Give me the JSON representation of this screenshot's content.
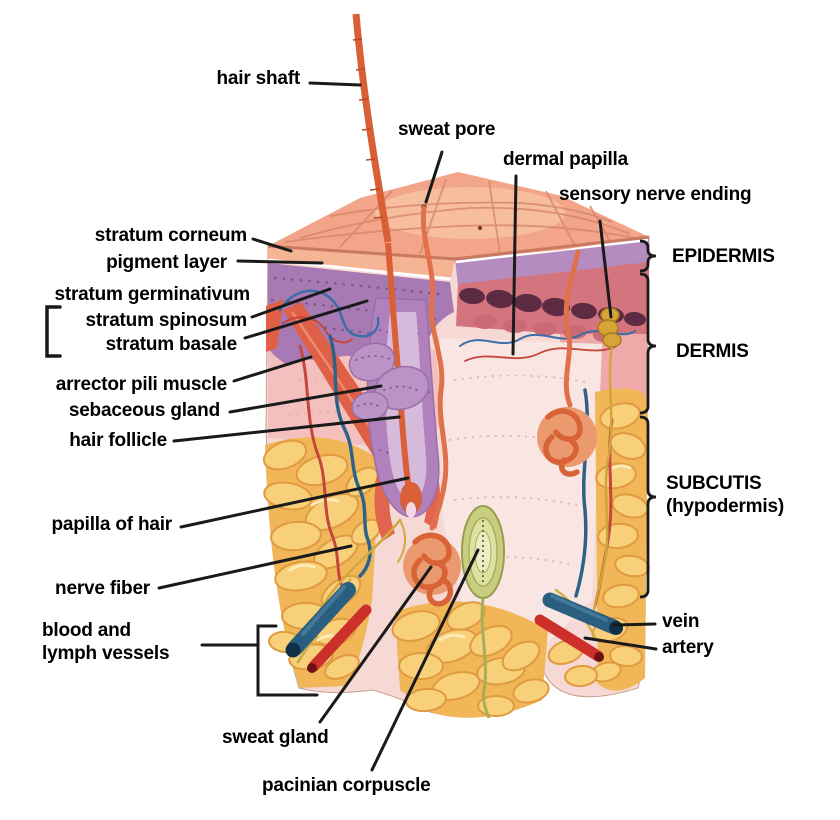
{
  "illustration": {
    "description": "Cross-section block diagram of human skin showing epidermis, dermis and subcutis layers with hair, glands, nerves and vessels",
    "colors": {
      "background": "#ffffff",
      "label_text": "#000000",
      "leader_line": "#1a1a1a",
      "skin_surface": "#f2a589",
      "stratum_corneum_band": "#f5b493",
      "epidermis_purple": "#a87ab4",
      "papillae_maroon": "#5d2b42",
      "dermis_pink": "#f6d8d5",
      "fat_yellow": "#f8d07a",
      "fat_outline": "#e09a40",
      "muscle_red": "#df5f47",
      "hair_orange": "#d85f36",
      "follicle_sheath_purple": "#b081bc",
      "sebaceous_lavender": "#bb93c6",
      "sweat_coil_orange": "#d96336",
      "corpuscle_olive": "#c8cd80",
      "nerve_gold": "#d2a93e",
      "vein_blue": "#2a5f80",
      "artery_red": "#cd2f2a",
      "lymph_yellow": "#cdb04e"
    }
  },
  "labels": {
    "hair_shaft": "hair shaft",
    "sweat_pore": "sweat pore",
    "dermal_papilla": "dermal papilla",
    "sensory_nerve_ending": "sensory nerve ending",
    "stratum_corneum": "stratum corneum",
    "pigment_layer": "pigment layer",
    "stratum_germinativum": "stratum germinativum",
    "stratum_spinosum": "stratum spinosum",
    "stratum_basale": "stratum basale",
    "arrector_pili_muscle": "arrector pili muscle",
    "sebaceous_gland": "sebaceous gland",
    "hair_follicle": "hair follicle",
    "papilla_of_hair": "papilla of hair",
    "nerve_fiber": "nerve fiber",
    "blood_and_lymph_line1": "blood and",
    "blood_and_lymph_line2": "lymph vessels",
    "sweat_gland": "sweat gland",
    "pacinian_corpuscle": "pacinian corpuscle",
    "vein": "vein",
    "artery": "artery"
  },
  "layer_labels": {
    "epidermis": "EPIDERMIS",
    "dermis": "DERMIS",
    "subcutis_line1": "SUBCUTIS",
    "subcutis_line2": "(hypodermis)"
  }
}
